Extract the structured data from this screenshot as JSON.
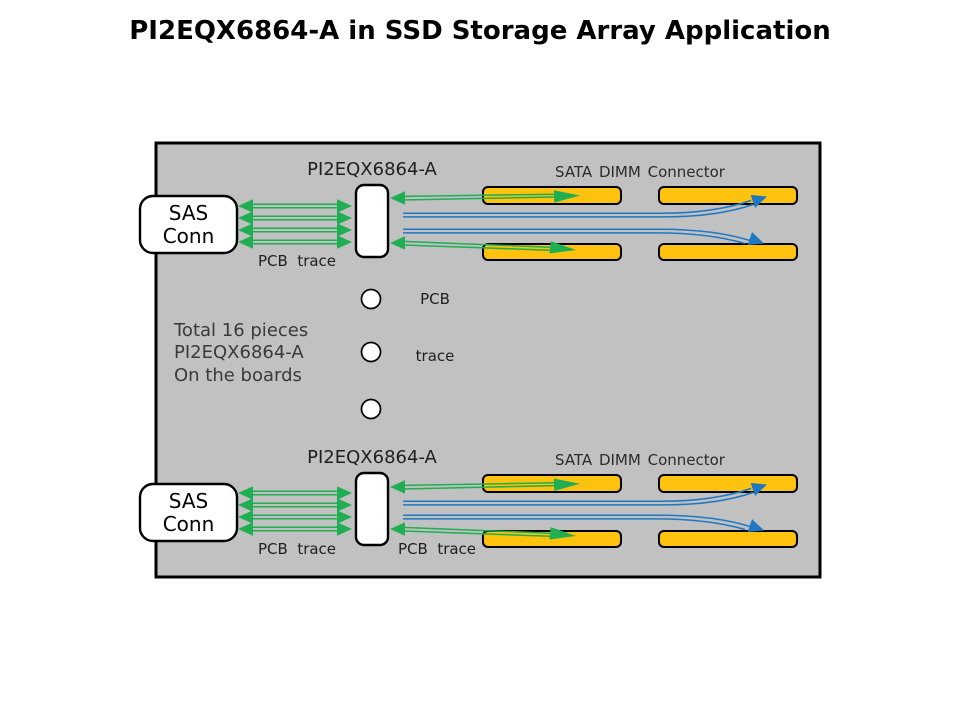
{
  "title": "PI2EQX6864-A in SSD Storage Array Application",
  "colors": {
    "board_fill": "#C1C1C1",
    "trace_green": "#1FAE51",
    "trace_blue": "#1E78C4",
    "connector_fill": "#FFC20E"
  },
  "board": {
    "note_lines": [
      "Total 16 pieces",
      "PI2EQX6864-A",
      "On the boards"
    ]
  },
  "sections": {
    "top": {
      "chip_label": "PI2EQX6864-A",
      "sas_lines": [
        "SAS",
        "Conn"
      ],
      "connector_label": "SATA DIMM Connector",
      "pcb_trace_left": "PCB  trace",
      "pcb_trace_right_line1": "PCB",
      "pcb_trace_right_line2": "trace"
    },
    "bottom": {
      "chip_label": "PI2EQX6864-A",
      "sas_lines": [
        "SAS",
        "Conn"
      ],
      "connector_label": "SATA DIMM Connector",
      "pcb_trace_left": "PCB  trace",
      "pcb_trace_right": "PCB  trace"
    }
  }
}
